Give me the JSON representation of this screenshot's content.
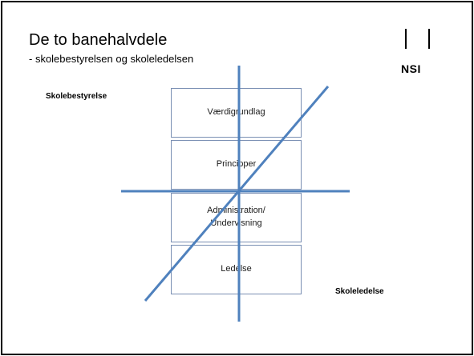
{
  "slide": {
    "title": "De to banehalvdele",
    "subtitle": "- skolebestyrelsen og skoleledelsen",
    "logo_text": "NSI",
    "label_top_left": "Skolebestyrelse",
    "label_bottom_right": "Skoleledelse",
    "boxes": [
      {
        "text": "Værdigrundlag"
      },
      {
        "text": "Principper"
      },
      {
        "text": "Administration/\nUndervisning"
      },
      {
        "text": "Ledelse"
      }
    ]
  },
  "colors": {
    "line": "#4f81bd",
    "box_border": "#7a8fb3",
    "text": "#000000"
  }
}
